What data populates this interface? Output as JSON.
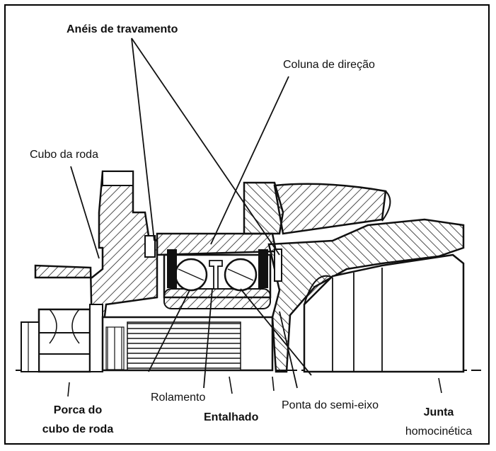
{
  "labels": {
    "aneis": "Anéis de travamento",
    "coluna": "Coluna de direção",
    "cubo": "Cubo da roda",
    "rolamento": "Rolamento",
    "entalhado": "Entalhado",
    "ponta": "Ponta do semi-eixo",
    "porca_l1": "Porca do",
    "porca_l2": "cubo de roda",
    "junta_l1": "Junta",
    "junta_l2": "homocinética"
  },
  "colors": {
    "line": "#111111",
    "background": "#ffffff"
  }
}
